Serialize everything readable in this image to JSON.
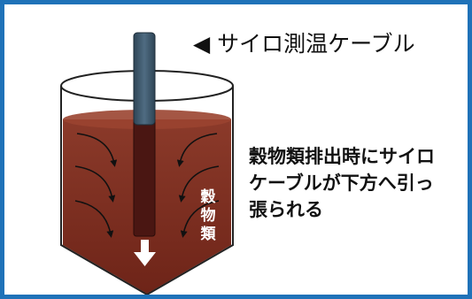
{
  "title_label": "◀ サイロ測温ケーブル",
  "description_lines": [
    "穀物類排出時にサイロ",
    "ケーブルが下方へ引っ",
    "張られる"
  ],
  "grain_label": "穀物類",
  "colors": {
    "frame_border": "#1f72b8",
    "grain_fill": "#7a2a1d",
    "grain_top": "#8a3322",
    "cable": "#3f5a6e",
    "cable_inner": "#4b1612",
    "arrow_white": "#ffffff"
  }
}
